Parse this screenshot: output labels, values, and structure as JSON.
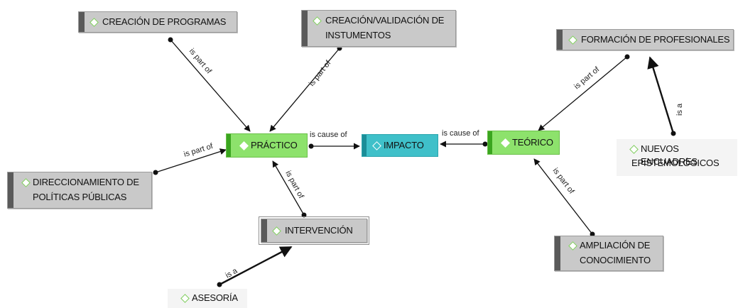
{
  "diagram": {
    "nodes": {
      "creacion_programas": "CREACIÓN DE PROGRAMAS",
      "creacion_validacion_l1": "CREACIÓN/VALIDACIÓN DE",
      "creacion_validacion_l2": "INSTUMENTOS",
      "formacion": "FORMACIÓN DE PROFESIONALES",
      "practico": "PRÁCTICO",
      "impacto": "IMPACTO",
      "teorico": "TEÓRICO",
      "nuevos_l1": "NUEVOS ENCUADRES",
      "nuevos_l2": "EPISTEMOLÓGICOS",
      "direccionamiento_l1": "DIRECCIONAMIENTO DE",
      "direccionamiento_l2": "POLÍTICAS PÚBLICAS",
      "intervencion": "INTERVENCIÓN",
      "ampliacion_l1": "AMPLIACIÓN DE",
      "ampliacion_l2": "CONOCIMIENTO",
      "asesoria": "ASESORÍA"
    },
    "relations": {
      "is_part_of": "is part of",
      "is_cause_of": "is cause of",
      "is_a": "is a"
    },
    "colors": {
      "gray_node": "#c9c9c9",
      "green_node": "#8de26c",
      "cyan_node": "#3fc0c9",
      "diamond": "#7ccb5a"
    }
  }
}
